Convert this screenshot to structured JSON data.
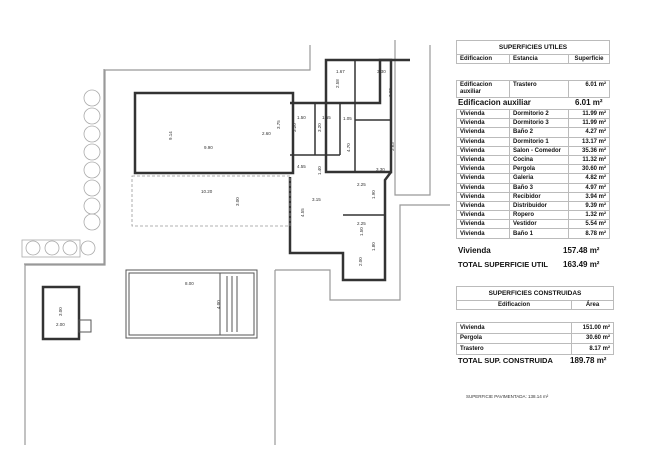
{
  "utiles": {
    "title": "SUPERFICIES UTILES",
    "headers": [
      "Edificacion",
      "Estancia",
      "Superficie"
    ],
    "auxiliar_row": {
      "edificacion": "Edificacion auxiliar",
      "estancia": "Trastero",
      "superficie": "6.01 m²"
    },
    "auxiliar_total": {
      "label": "Edificacion auxiliar",
      "value": "6.01 m²"
    },
    "rows": [
      {
        "edificacion": "Vivienda",
        "estancia": "Dormitorio 2",
        "superficie": "11.99 m²"
      },
      {
        "edificacion": "Vivienda",
        "estancia": "Dormitorio 3",
        "superficie": "11.99 m²"
      },
      {
        "edificacion": "Vivienda",
        "estancia": "Baño 2",
        "superficie": "4.27 m²"
      },
      {
        "edificacion": "Vivienda",
        "estancia": "Dormitorio 1",
        "superficie": "13.17 m²"
      },
      {
        "edificacion": "Vivienda",
        "estancia": "Salon  - Comedor",
        "superficie": "35.36 m²"
      },
      {
        "edificacion": "Vivienda",
        "estancia": "Cocina",
        "superficie": "11.32 m²"
      },
      {
        "edificacion": "Vivienda",
        "estancia": "Pergola",
        "superficie": "30.60 m²"
      },
      {
        "edificacion": "Vivienda",
        "estancia": "Galeria",
        "superficie": "4.82 m²"
      },
      {
        "edificacion": "Vivienda",
        "estancia": "Baño 3",
        "superficie": "4.97 m²"
      },
      {
        "edificacion": "Vivienda",
        "estancia": "Recibidor",
        "superficie": "3.94 m²"
      },
      {
        "edificacion": "Vivienda",
        "estancia": "Distribuidor",
        "superficie": "9.39 m²"
      },
      {
        "edificacion": "Vivienda",
        "estancia": "Ropero",
        "superficie": "1.32 m²"
      },
      {
        "edificacion": "Vivienda",
        "estancia": "Vestidor",
        "superficie": "5.54 m²"
      },
      {
        "edificacion": "Vivienda",
        "estancia": "Baño 1",
        "superficie": "8.78 m²"
      }
    ],
    "vivienda_total": {
      "label": "Vivienda",
      "value": "157.48 m²"
    },
    "grand_total": {
      "label": "TOTAL SUPERFICIE UTIL",
      "value": "163.49 m²"
    }
  },
  "construidas": {
    "title": "SUPERFICIES CONSTRUIDAS",
    "headers": [
      "Edificacion",
      "Área"
    ],
    "rows": [
      {
        "edificacion": "Vivienda",
        "area": "151.00 m²"
      },
      {
        "edificacion": "Pergola",
        "area": "30.60 m²"
      },
      {
        "edificacion": "Trastero",
        "area": "8.17 m²"
      }
    ],
    "total": {
      "label": "TOTAL SUP. CONSTRUIDA",
      "value": "189.78 m²"
    }
  },
  "pavimentada": "SUPERFICIE PAVIMENTADA: 138.14 m²",
  "dimensions": [
    "1.67",
    "3.30",
    "2.58",
    "3.63",
    "9.14",
    "3.75",
    "2.60",
    "1.50",
    "1.55",
    "1.05",
    "3.20",
    "3.20",
    "4.70",
    "3.63",
    "9.90",
    "4.55",
    "1.40",
    "3.30",
    "2.25",
    "10.20",
    "3.00",
    "3.15",
    "1.90",
    "4.55",
    "2.25",
    "1.50",
    "1.80",
    "2.00",
    "8.00",
    "4.00",
    "3.00",
    "2.00"
  ]
}
